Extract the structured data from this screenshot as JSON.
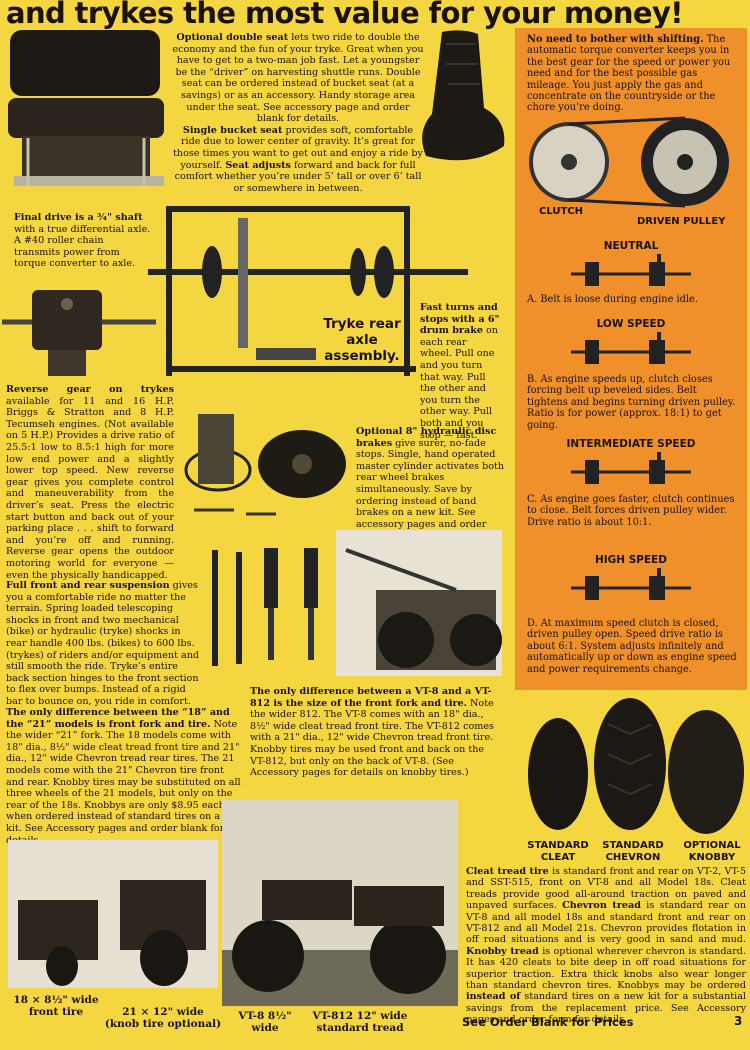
{
  "headline": "and trykes the most value for your money!",
  "seat": {
    "double_title": "Optional double seat",
    "double_text": " lets two ride to double the economy and the fun of your tryke. Great when you have to get to a two-man job fast. Let a youngster be the “driver” on harvesting shuttle runs. Double seat can be ordered instead of bucket seat (at a savings) or as an accessory. Handy storage area under the seat. See accessory page and order blank for details.",
    "bucket_title": "Single bucket seat",
    "bucket_text": " provides soft, comfortable ride due to lower center of gravity. It’s great for those times you want to get out and enjoy a ride by yourself. ",
    "adjust_title": "Seat adjusts",
    "adjust_text": " forward and back for full comfort whether you’re under 5’ tall or over 6’ tall or somewhere in between."
  },
  "final_drive": {
    "title": "Final drive is a ¾\" shaft",
    "text": " with a true differential axle. A #40 roller chain transmits power from torque converter to axle."
  },
  "axle_label": "Tryke rear axle assembly.",
  "drum_brake": {
    "title": "Fast turns and stops with a 6\" drum brake",
    "text": " on each rear wheel. Pull one and you turn that way. Pull the other and you turn the other way. Pull both and you stop — fast."
  },
  "reverse": {
    "title": "Reverse gear on trykes",
    "text": " available for 11 and 16 H.P. Briggs & Stratton and 8 H.P. Tecumseh engines. (Not available on 5 H.P.) Provides a drive ratio of 25.5:1 low to 8.5:1 high for more low end power and a slightly lower top speed. New reverse gear gives you complete control and maneuverability from the driver’s seat. Press the electric start button and back out of your parking place . . . shift to forward and you’re off and running. Reverse gear opens the outdoor motoring world for everyone — even the physically handicapped."
  },
  "disc": {
    "title": "Optional 8\" hydraulic disc brakes",
    "text": " give surer, no-fade stops. Single, hand operated master cylinder activates both rear wheel brakes simultaneously. Save by ordering instead of band brakes on a new kit. See accessory pages and order blank for details."
  },
  "suspension": {
    "title": "Full front and rear suspension",
    "text": " gives you a comfortable ride no matter the terrain. Spring loaded telescoping shocks in front and two mechanical (bike) or hydraulic (tryke) shocks in rear handle 400 lbs. (bikes) to 600 lbs. (trykes) of riders and/or equipment and still smooth the ride. Tryke’s entire back section hinges to the front section to flex over bumps. Instead of a rigid bar to bounce on, you ride in comfort."
  },
  "model_diff": {
    "title": "The only difference between the “18” and the “21” models is front fork and tire.",
    "text": " Note the wider “21” fork. The 18 models come with 18\" dia., 8½\" wide cleat tread front tire and 21\" dia., 12\" wide Chevron tread rear tires. The 21 models come with the 21\" Chevron tire front and rear. Knobby tires may be substituted on all three wheels of the 21 models, but only on the rear of the 18s. Knobbys are only $8.95 each when ordered instead of standard tires on a new kit. See Accessory pages and order blank for details."
  },
  "vt_diff": {
    "title": "The only difference between a VT-8 and a VT-812 is the size of the front fork and tire.",
    "text": " Note the wider 812. The VT-8 comes with an 18\" dia., 8½\" wide cleat tread front tire. The VT-812 comes with a 21\" dia., 12\" wide Chevron tread front tire. Knobby tires may be used front and back on the VT-812, but only on the back of VT-8. (See Accessory pages for details on knobby tires.)"
  },
  "shifting": {
    "title": "No need to bother with shifting.",
    "text": " The automatic torque converter keeps you in the best gear for the speed or power you need and for the best possible gas mileage. You just apply the gas and concentrate on the countryside or the chore you’re doing.",
    "clutch_label": "CLUTCH",
    "pulley_label": "DRIVEN PULLEY",
    "stages": [
      {
        "name": "NEUTRAL",
        "letter": "A.",
        "text": "Belt is loose during engine idle."
      },
      {
        "name": "LOW SPEED",
        "letter": "B.",
        "text": "As engine speeds up, clutch closes forcing belt up beveled sides. Belt tightens and begins turning driven pulley. Ratio is for power (approx. 18:1) to get going."
      },
      {
        "name": "INTERMEDIATE SPEED",
        "letter": "C.",
        "text": "As engine goes faster, clutch continues to close. Belt forces driven pulley wider. Drive ratio is about 10:1."
      },
      {
        "name": "HIGH SPEED",
        "letter": "D.",
        "text": "At maximum speed clutch is closed, driven pulley open. Speed drive ratio is about 6:1. System adjusts infinitely and automatically up or down as engine speed and power requirements change."
      }
    ]
  },
  "tires": {
    "labels": [
      {
        "l1": "STANDARD",
        "l2": "CLEAT"
      },
      {
        "l1": "STANDARD",
        "l2": "CHEVRON"
      },
      {
        "l1": "OPTIONAL",
        "l2": "KNOBBY"
      }
    ],
    "cleat_title": "Cleat tread tire",
    "cleat_text": " is standard front and rear on VT-2, VT-5 and SST-515, front on VT-8 and all Model 18s. Cleat treads provide good all-around traction on paved and unpaved surfaces. ",
    "chevron_title": "Chevron tread",
    "chevron_text": " is standard rear on VT-8 and all model 18s and standard front and rear on VT-812 and all Model 21s. Chevron provides flotation in off road situations and is very good in sand and mud. ",
    "knobby_title": "Knobby tread",
    "knobby_text": " is optional wherever chevron is standard. It has 420 cleats to bite deep in off road situations for superior traction. Extra thick knobs also wear longer than standard chevron tires. Knobbys may be ordered ",
    "instead_title": "instead of",
    "instead_text": " standard tires on a new kit for a substantial savings from the replacement price. See Accessory pages and order form for details."
  },
  "captions": {
    "c18": "18 × 8½\" wide front tire",
    "c21": "21 × 12\" wide (knob tire optional)",
    "vt8": "VT-8 8½\" wide",
    "vt812": "VT-812 12\" wide standard tread"
  },
  "footer": {
    "order": "See Order Blank for Prices",
    "page": "3"
  }
}
